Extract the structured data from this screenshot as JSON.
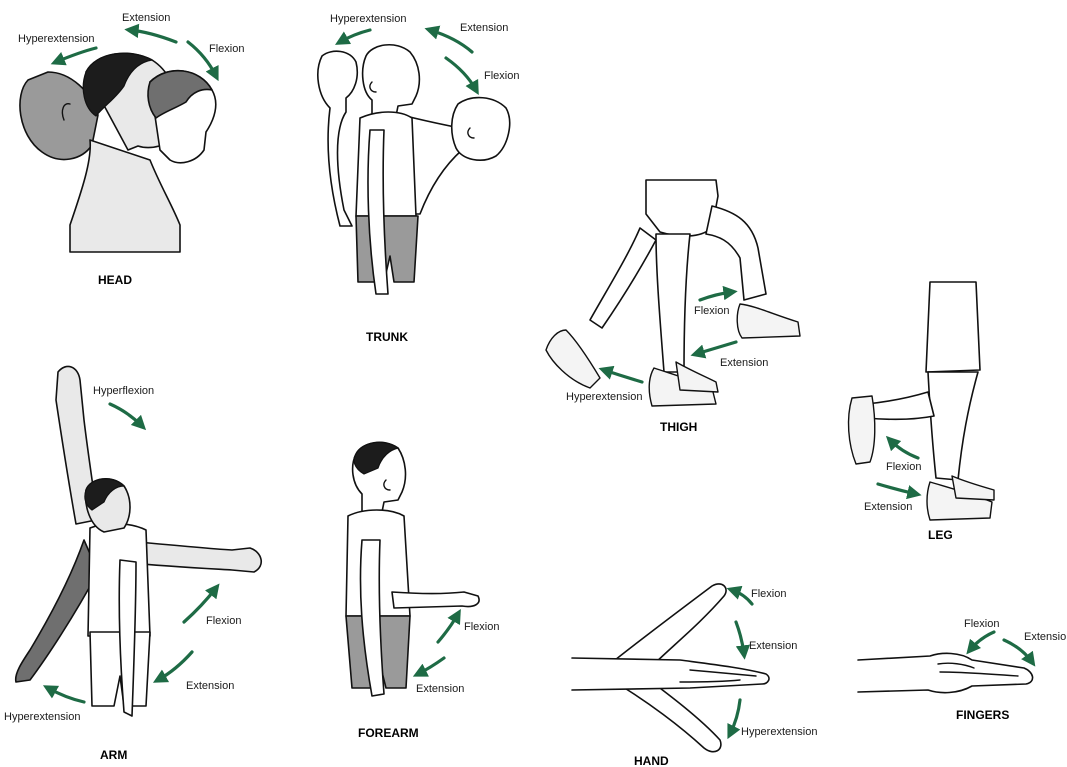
{
  "colors": {
    "arrow": "#1e6b45",
    "ink": "#111111",
    "background": "#ffffff"
  },
  "panels": {
    "head": {
      "title": "HEAD",
      "labels": {
        "hyperextension": "Hyperextension",
        "extension": "Extension",
        "flexion": "Flexion"
      }
    },
    "trunk": {
      "title": "TRUNK",
      "labels": {
        "hyperextension": "Hyperextension",
        "extension": "Extension",
        "flexion": "Flexion"
      }
    },
    "thigh": {
      "title": "THIGH",
      "labels": {
        "flexion": "Flexion",
        "extension": "Extension",
        "hyperextension": "Hyperextension"
      }
    },
    "leg": {
      "title": "LEG",
      "labels": {
        "flexion": "Flexion",
        "extension": "Extension"
      }
    },
    "arm": {
      "title": "ARM",
      "labels": {
        "hyperflexion": "Hyperflexion",
        "flexion": "Flexion",
        "extension": "Extension",
        "hyperextension": "Hyperextension"
      }
    },
    "forearm": {
      "title": "FOREARM",
      "labels": {
        "flexion": "Flexion",
        "extension": "Extension"
      }
    },
    "hand": {
      "title": "HAND",
      "labels": {
        "flexion": "Flexion",
        "extension": "Extension",
        "hyperextension": "Hyperextension"
      }
    },
    "fingers": {
      "title": "FINGERS",
      "labels": {
        "flexion": "Flexion",
        "extension": "Extensio"
      }
    }
  }
}
